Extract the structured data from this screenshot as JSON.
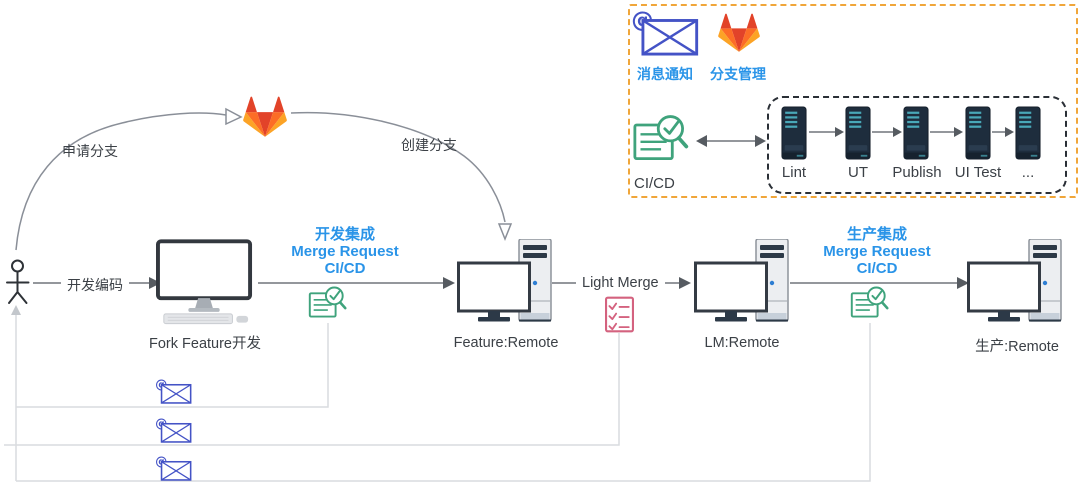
{
  "diagram": {
    "actor": "developer-stick-figure",
    "labels": {
      "apply_branch": "申请分支",
      "create_branch": "创建分支",
      "dev_coding": "开发编码",
      "fork_workstation": "Fork Feature开发",
      "feature_remote": "Feature:Remote",
      "light_merge": "Light Merge",
      "lm_remote": "LM:Remote",
      "prod_remote": "生产:Remote"
    },
    "dev_integration": {
      "title": "开发集成",
      "subtitle": "Merge Request",
      "subtitle2": "CI/CD"
    },
    "prod_integration": {
      "title": "生产集成",
      "subtitle": "Merge Request",
      "subtitle2": "CI/CD"
    }
  },
  "legend": {
    "notification": "消息通知",
    "branch_management": "分支管理",
    "cicd": "CI/CD",
    "pipeline_stages": [
      "Lint",
      "UT",
      "Publish",
      "UI Test",
      "..."
    ]
  },
  "icons": {
    "email": "at-envelope-icon",
    "gitlab": "gitlab-tanuki-icon",
    "cicd_check": "document-magnifier-check-icon",
    "checklist": "merge-checklist-icon",
    "workstation": "desktop-monitor-icon",
    "remote_pc": "desktop-with-tower-icon",
    "pipeline_server": "server-rack-icon"
  },
  "colors": {
    "accent_blue": "#2a94e8",
    "envelope_blue": "#4453c6",
    "legend_border_orange": "#f0a63a",
    "icon_green": "#3fa37c",
    "checklist_pink": "#d4627f",
    "gitlab_red": "#e24329",
    "gitlab_orange": "#fc6d26",
    "gitlab_amber": "#fca326",
    "connector_gray": "#8a8f98",
    "notify_gray": "#d9dcdf"
  }
}
